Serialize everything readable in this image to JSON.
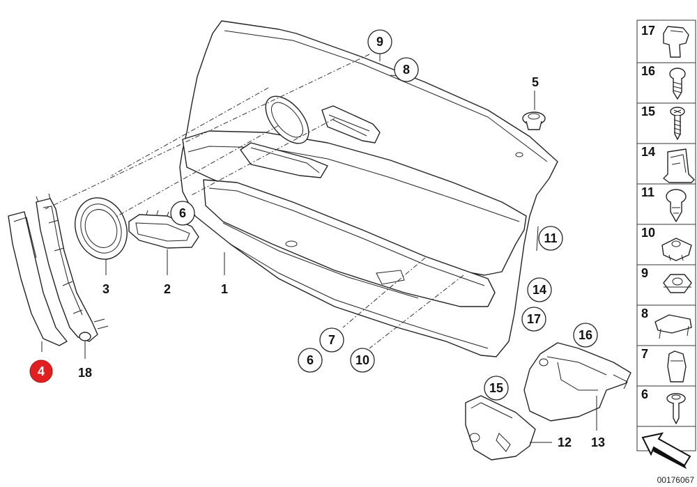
{
  "callouts": {
    "c9": "9",
    "c8": "8",
    "c5": "5",
    "c6a": "6",
    "c3": "3",
    "c2": "2",
    "c1": "1",
    "c11": "11",
    "c14": "14",
    "c17": "17",
    "c16": "16",
    "c7": "7",
    "c6b": "6",
    "c10": "10",
    "c15": "15",
    "c12": "12",
    "c13": "13",
    "c4": "4",
    "c18": "18"
  },
  "sidebar": {
    "items": [
      "17",
      "16",
      "15",
      "14",
      "11",
      "10",
      "9",
      "8",
      "7",
      "6"
    ]
  },
  "footer": {
    "diagram_number": "00176067"
  },
  "colors": {
    "highlight": "#e02020",
    "line": "#222222"
  }
}
